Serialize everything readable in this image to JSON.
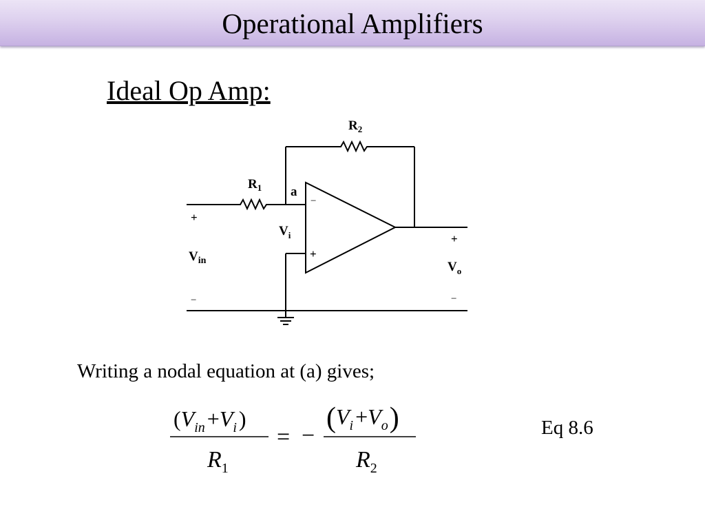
{
  "slide": {
    "title": "Operational Amplifiers",
    "subtitle": "Ideal Op Amp:",
    "body_text": "Writing a nodal equation at (a) gives;",
    "equation_label": "Eq 8.6"
  },
  "circuit": {
    "r2_label": {
      "main": "R",
      "sub": "2"
    },
    "r1_label": {
      "main": "R",
      "sub": "1"
    },
    "node_a": "a",
    "vi_label": {
      "main": "V",
      "sub": "i"
    },
    "vin_label": {
      "main": "V",
      "sub": "in"
    },
    "vo_label": {
      "main": "V",
      "sub": "o"
    },
    "plus": "+",
    "minus": "−"
  },
  "equation": {
    "lhs_numerator": {
      "open": "(",
      "v1": "V",
      "s1": "in",
      "op": "+",
      "v2": "V",
      "s2": "i",
      "close": ")"
    },
    "lhs_denominator": {
      "v": "R",
      "s": "1"
    },
    "equals": "=",
    "neg": "−",
    "rhs_numerator": {
      "open": "(",
      "v1": "V",
      "s1": "i",
      "op": "+",
      "v2": "V",
      "s2": "o",
      "close": ")"
    },
    "rhs_denominator": {
      "v": "R",
      "s": "2"
    }
  }
}
